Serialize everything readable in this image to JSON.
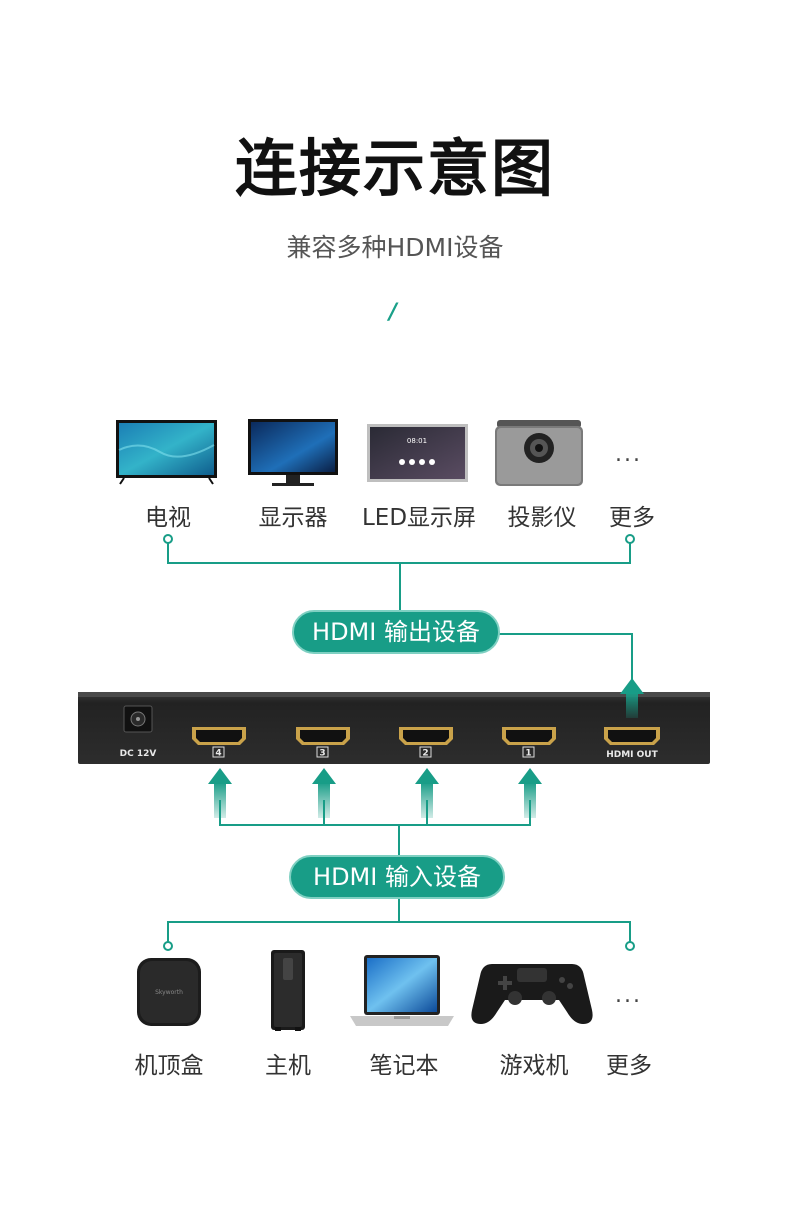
{
  "header": {
    "title": "连接示意图",
    "subtitle": "兼容多种HDMI设备",
    "slash": "/"
  },
  "outputs": {
    "items": [
      {
        "label": "电视",
        "icon": "tv-icon"
      },
      {
        "label": "显示器",
        "icon": "monitor-icon"
      },
      {
        "label": "LED显示屏",
        "icon": "led-display-icon"
      },
      {
        "label": "投影仪",
        "icon": "projector-icon"
      },
      {
        "label": "更多",
        "icon": "more-icon"
      }
    ],
    "ellipsis": "...",
    "pill": "HDMI 输出设备"
  },
  "device": {
    "dc_label": "DC 12V",
    "ports": [
      "4",
      "3",
      "2",
      "1"
    ],
    "out_label": "HDMI OUT"
  },
  "inputs": {
    "items": [
      {
        "label": "机顶盒",
        "icon": "set-top-box-icon"
      },
      {
        "label": "主机",
        "icon": "pc-tower-icon"
      },
      {
        "label": "笔记本",
        "icon": "laptop-icon"
      },
      {
        "label": "游戏机",
        "icon": "gamepad-icon"
      },
      {
        "label": "更多",
        "icon": "more-icon"
      }
    ],
    "ellipsis": "...",
    "pill": "HDMI 输入设备",
    "box_brand": "Skyworth"
  },
  "colors": {
    "accent": "#189d87",
    "device_body": "#2b2b2b",
    "port_gold": "#c9a24a"
  }
}
